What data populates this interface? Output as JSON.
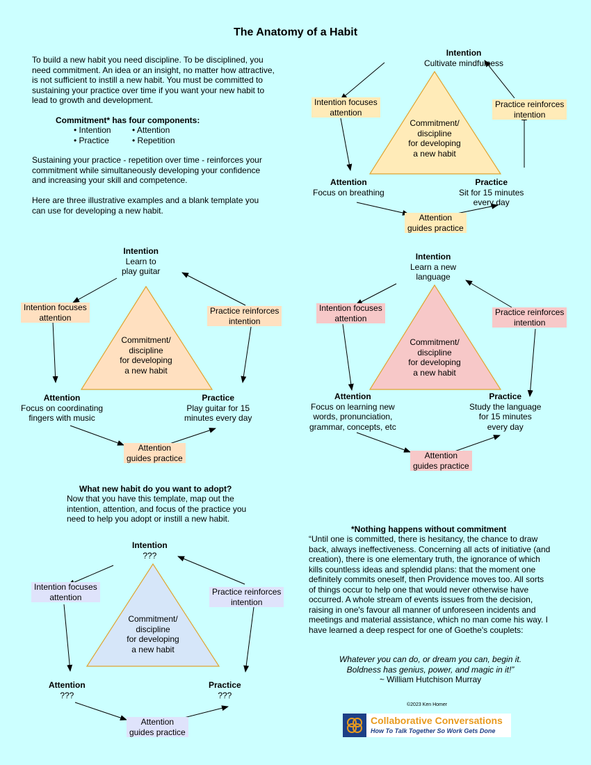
{
  "title": "The Anatomy of a Habit",
  "intro": {
    "paragraph1": "To build a new habit you need discipline. To be disciplined, you need commitment. An idea or an insight, no matter how attractive, is not sufficient to instill a new habit. You must be committed to sustaining your practice over time if you want your new habit to lead to growth and development.",
    "components_heading": "Commitment* has four components:",
    "components": [
      "• Intention",
      "• Attention",
      "• Practice",
      "• Repetition"
    ],
    "paragraph2": "Sustaining your practice - repetition over time - reinforces your commitment while simultaneously developing your confidence and increasing your skill and competence.",
    "paragraph3": "Here are three illustrative examples and a blank template you can use for developing a new habit."
  },
  "diagrams": [
    {
      "intention_title": "Intention",
      "intention_text": "Cultivate mindfulness",
      "attention_title": "Attention",
      "attention_text": "Focus on breathing",
      "practice_title": "Practice",
      "practice_text": "Sit for 15 minutes\nevery day",
      "triangle_text": "Commitment/\ndiscipline\nfor developing\na new habit",
      "box_focus": "Intention focuses\nattention",
      "box_reinforce": "Practice reinforces\nintention",
      "box_guides": "Attention\nguides practice",
      "triangle_color": "#ffebb8",
      "box_color": "#ffebb8"
    },
    {
      "intention_title": "Intention",
      "intention_text": "Learn to\nplay guitar",
      "attention_title": "Attention",
      "attention_text": "Focus on coordinating\nfingers with music",
      "practice_title": "Practice",
      "practice_text": "Play guitar for 15\nminutes every day",
      "triangle_text": "Commitment/\ndiscipline\nfor developing\na new habit",
      "box_focus": "Intention focuses\nattention",
      "box_reinforce": "Practice reinforces\nintention",
      "box_guides": "Attention\nguides practice",
      "triangle_color": "#ffe0c0",
      "box_color": "#ffe0c0"
    },
    {
      "intention_title": "Intention",
      "intention_text": "Learn a new\nlanguage",
      "attention_title": "Attention",
      "attention_text": "Focus on learning new\nwords, pronunciation,\ngrammar, concepts, etc",
      "practice_title": "Practice",
      "practice_text": "Study the language\nfor 15 minutes\nevery day",
      "triangle_text": "Commitment/\ndiscipline\nfor developing\na new habit",
      "box_focus": "Intention focuses\nattention",
      "box_reinforce": "Practice reinforces\nintention",
      "box_guides": "Attention\nguides practice",
      "triangle_color": "#f7c8c8",
      "box_color": "#f7c8c8"
    },
    {
      "intention_title": "Intention",
      "intention_text": "???",
      "attention_title": "Attention",
      "attention_text": "???",
      "practice_title": "Practice",
      "practice_text": "???",
      "triangle_text": "Commitment/\ndiscipline\nfor developing\na new habit",
      "box_focus": "Intention focuses\nattention",
      "box_reinforce": "Practice reinforces\nintention",
      "box_guides": "Attention\nguides practice",
      "triangle_color": "#d6e6f9",
      "box_color": "#dfe3fb"
    }
  ],
  "what_new": {
    "heading": "What new habit do you want to adopt?",
    "body": "Now that you have this template, map out the intention, attention, and focus of the practice you need to help you adopt or instill a new habit."
  },
  "quote": {
    "heading": "*Nothing happens without commitment",
    "body": "“Until one is committed, there is hesitancy, the chance to draw back, always ineffectiveness. Concerning all acts of initiative (and creation), there is one elementary truth, the ignorance of which kills countless ideas and splendid plans: that the moment one definitely commits oneself, then Providence moves too. All sorts of things occur to help one that would never otherwise have occurred. A whole stream of events issues from the decision, raising in one's favour all manner of unforeseen incidents and meetings and material assistance, which no man come his way. I have learned a deep respect for one of Goethe's couplets:",
    "line1": "Whatever you can do, or dream you can, begin it.",
    "line2": "Boldness has genius, power, and magic in it!”",
    "author": "~ William Hutchison Murray"
  },
  "copyright": "©2023 Ken Homer",
  "logo": {
    "title": "Collaborative Conversations",
    "tagline": "How To Talk Together So Work Gets Done"
  }
}
